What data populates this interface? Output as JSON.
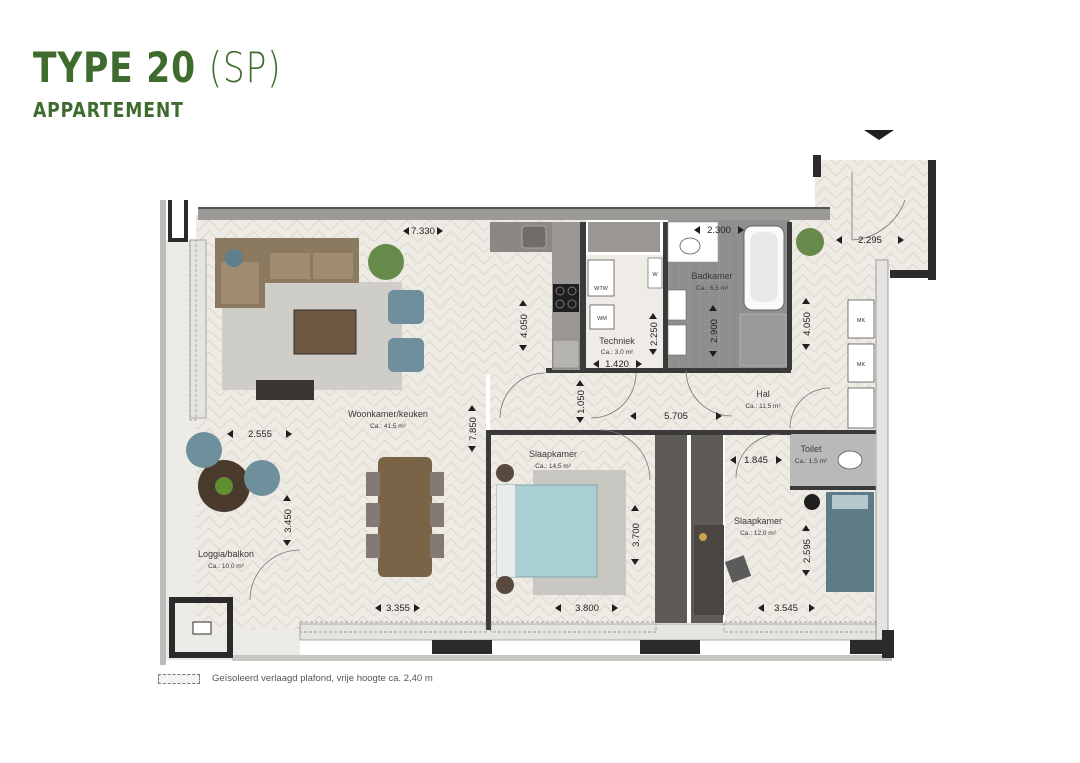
{
  "header": {
    "title": "TYPE 20",
    "title_suffix": "(SP)",
    "subtitle": "APPARTEMENT",
    "brand_color": "#3f6b2e"
  },
  "rooms": {
    "woonkamer": {
      "name": "Woonkamer/keuken",
      "area": "Ca.: 41,5 m²"
    },
    "techniek": {
      "name": "Techniek",
      "area": "Ca.: 3,0 m²"
    },
    "badkamer": {
      "name": "Badkamer",
      "area": "Ca.: 6,5 m²"
    },
    "hal": {
      "name": "Hal",
      "area": "Ca.: 11,5 m²"
    },
    "toilet": {
      "name": "Toilet",
      "area": "Ca.: 1,5 m²"
    },
    "slaapkamer1": {
      "name": "Slaapkamer",
      "area": "Ca.: 14,5 m²"
    },
    "slaapkamer2": {
      "name": "Slaapkamer",
      "area": "Ca.: 12,0 m²"
    },
    "loggia": {
      "name": "Loggia/balkon",
      "area": "Ca.: 10,0 m²"
    }
  },
  "dimensions": {
    "living_width": "7.330",
    "kitchen_depth": "4.050",
    "living_depth": "7.850",
    "dining_width": "3.355",
    "loggia_width": "2.555",
    "loggia_depth": "3.450",
    "techniek_depth": "2.250",
    "techniek_width": "1.420",
    "passage": "1.050",
    "hall_width": "5.705",
    "bath_width": "2.300",
    "bath_depth": "2.900",
    "entry_width": "2.295",
    "entry_depth": "4.050",
    "toilet_width": "1.845",
    "bed1_depth": "3.700",
    "bed1_width": "3.800",
    "bed2_depth": "2.595",
    "bed2_width": "3.545"
  },
  "appliances": {
    "wtw": "WTW",
    "wm": "WM",
    "w": "W",
    "mk1": "MK",
    "mk2": "MK"
  },
  "legend": {
    "text": "Geïsoleerd verlaagd plafond, vrije hoogte ca. 2,40 m"
  },
  "colors": {
    "floor": "#ede9e3",
    "wall": "#2b2b2b",
    "bath_tile": "#8f8f8f",
    "sofa": "#8c7a60",
    "chair": "#6e8f9c",
    "bed": "#a9cfd3",
    "table": "#7a6448",
    "plant": "#4e7a2f"
  }
}
